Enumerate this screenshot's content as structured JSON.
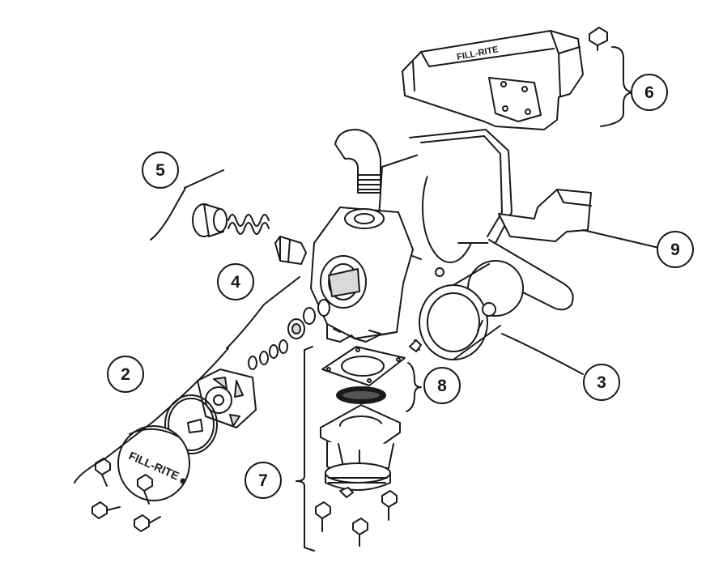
{
  "callouts": [
    {
      "id": "2",
      "label": "2"
    },
    {
      "id": "3",
      "label": "3"
    },
    {
      "id": "4",
      "label": "4"
    },
    {
      "id": "5",
      "label": "5"
    },
    {
      "id": "6",
      "label": "6"
    },
    {
      "id": "7",
      "label": "7"
    },
    {
      "id": "8",
      "label": "8"
    },
    {
      "id": "9",
      "label": "9"
    }
  ],
  "brand": {
    "cover_logo_text": "FILL-RITE",
    "nozzle_boot_logo_text": "FILL-RITE"
  },
  "colors": {
    "line": "#1a1a1a",
    "background": "#ffffff",
    "fill": "#ffffff",
    "shade": "#d9d9d9"
  }
}
